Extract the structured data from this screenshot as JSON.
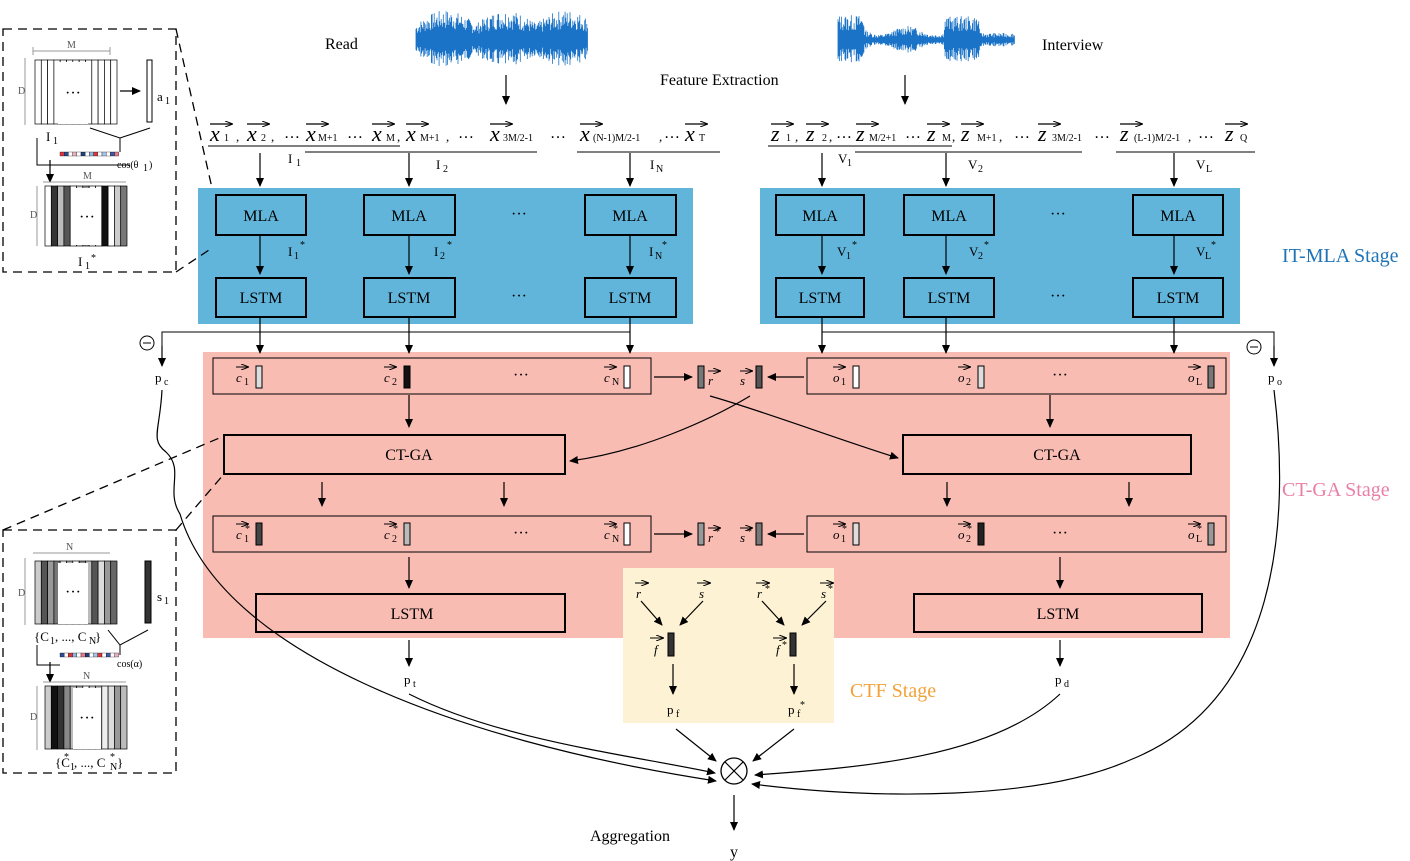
{
  "colors": {
    "it_mla_bg": "#62b5da",
    "ct_ga_bg": "#f9bcb3",
    "ctf_bg": "#fdf2d3",
    "it_mla_label": "#1f73b7",
    "ct_ga_label": "#ea7fa6",
    "ctf_label": "#f2a23a",
    "waveform": "#1a73c7"
  },
  "top": {
    "read_label": "Read",
    "interview_label": "Interview",
    "feature_extraction": "Feature Extraction"
  },
  "stages": {
    "it_mla": "IT-MLA Stage",
    "ct_ga": "CT-GA Stage",
    "ctf": "CTF Stage"
  },
  "read_seq": {
    "x1": "x",
    "x1_sub": "1",
    "x2": "x",
    "x2_sub": "2",
    "xm1": "x",
    "xm1_sub": "M+1",
    "xm": "x",
    "xm_sub": "M",
    "xmp1": "x",
    "xmp1_sub": "M+1",
    "x3m": "x",
    "x3m_sub": "3M/2-1",
    "xn": "x",
    "xn_sub": "(N-1)M/2-1",
    "xt": "x",
    "xt_sub": "T",
    "dots": "…",
    "i1": "I",
    "i1_sub": "1",
    "i2": "I",
    "i2_sub": "2",
    "in": "I",
    "in_sub": "N"
  },
  "int_seq": {
    "z1": "z",
    "z1_sub": "1",
    "z2": "z",
    "z2_sub": "2",
    "zm2": "z",
    "zm2_sub": "M/2+1",
    "zm": "z",
    "zm_sub": "M",
    "zmp1": "z",
    "zmp1_sub": "M+1",
    "z3m": "z",
    "z3m_sub": "3M/2-1",
    "zl": "z",
    "zl_sub": "(L-1)M/2-1",
    "zq": "z",
    "zq_sub": "Q",
    "v1": "V",
    "v1_sub": "1",
    "v2": "V",
    "v2_sub": "2",
    "vl": "V",
    "vl_sub": "L"
  },
  "blocks": {
    "mla": "MLA",
    "lstm": "LSTM",
    "ctga": "CT-GA",
    "dots": "···"
  },
  "mla_out": {
    "i1s": "I",
    "i1s_sub": "1",
    "i2s": "I",
    "i2s_sub": "2",
    "ins": "I",
    "ins_sub": "N",
    "v1s": "V",
    "v1s_sub": "1",
    "v2s": "V",
    "v2s_sub": "2",
    "vls": "V",
    "vls_sub": "L",
    "star": "*"
  },
  "vectors": {
    "c": "c",
    "o": "o",
    "r": "r",
    "s": "s",
    "f": "f",
    "sub1": "1",
    "sub2": "2",
    "subN": "N",
    "subL": "L"
  },
  "outputs": {
    "pc": "p",
    "pc_sub": "c",
    "po": "p",
    "po_sub": "o",
    "pt": "p",
    "pt_sub": "t",
    "pd": "p",
    "pd_sub": "d",
    "pf": "p",
    "pf_sub": "f",
    "pfs": "p",
    "pfs_sub": "f",
    "aggregation": "Aggregation",
    "y": "y",
    "otimes": "⊗",
    "ominus": "⊖"
  },
  "inset_top": {
    "m": "M",
    "d": "D",
    "dots": "···",
    "a": "a",
    "a_sub": "1",
    "i1": "I",
    "i1_sub": "1",
    "cos": "cos(θ",
    "cos_sub": "1",
    "cos_end": ")",
    "m2": "M",
    "d2": "D",
    "i1s": "I",
    "i1s_sub": "1",
    "star": "*"
  },
  "inset_bot": {
    "n": "N",
    "d": "D",
    "dots": "···",
    "s": "s",
    "s_sub": "1",
    "set": "{C",
    "set_sub1": "1",
    "set_mid": ", ..., C",
    "set_subN": "N",
    "set_end": "}",
    "cos": "cos(α)",
    "n2": "N",
    "d2": "D",
    "set2": "{C",
    "set2_sub1": "1",
    "set2_mid": ", ..., C",
    "set2_subN": "N",
    "set2_end": "}",
    "star": "*"
  }
}
